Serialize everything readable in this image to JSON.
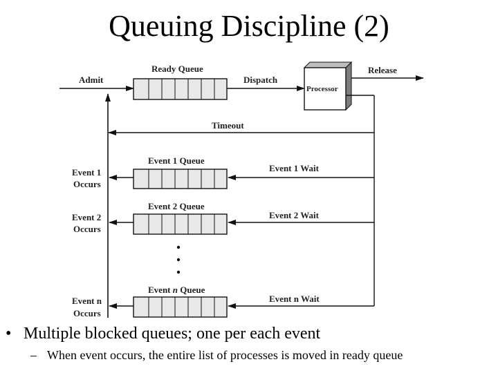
{
  "slide": {
    "title": "Queuing Discipline (2)",
    "bullet": "Multiple blocked queues; one per each event",
    "bullet_marker": "•",
    "sub_bullet": "When event occurs, the entire list of processes is moved in ready queue",
    "sub_bullet_marker": "–"
  },
  "diagram": {
    "admit": "Admit",
    "ready_queue": "Ready Queue",
    "dispatch": "Dispatch",
    "processor": "Processor",
    "release": "Release",
    "timeout": "Timeout",
    "event1_queue": "Event 1 Queue",
    "event1_wait": "Event 1 Wait",
    "event1_occurs_line1": "Event 1",
    "event1_occurs_line2": "Occurs",
    "event2_queue": "Event 2 Queue",
    "event2_wait": "Event 2 Wait",
    "event2_occurs_line1": "Event 2",
    "event2_occurs_line2": "Occurs",
    "eventn_queue_prefix": "Event ",
    "eventn_queue_n": "n",
    "eventn_queue_suffix": " Queue",
    "eventn_wait": "Event n Wait",
    "eventn_occurs_line1": "Event n",
    "eventn_occurs_line2": "Occurs"
  }
}
